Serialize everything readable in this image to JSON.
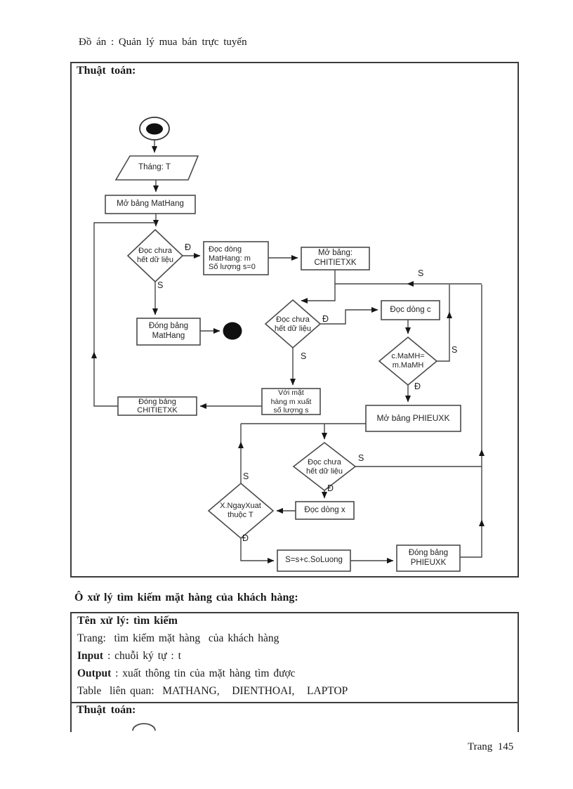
{
  "header": {
    "title": "Đồ án : Quản lý mua bán trực tuyến"
  },
  "algorithm_box": {
    "title": "Thuật toán:"
  },
  "flowchart": {
    "yes_label": "Đ",
    "no_label": "S",
    "nodes": {
      "input_month": "Tháng: T",
      "open_mathang": "Mở bảng MatHang",
      "check_mathang": "Đọc chưa\nhết dữ liệu",
      "read_mathang": "Đọc dòng\nMatHang: m\nSố lượng s=0",
      "open_chitietxk": "Mở bảng:\nCHITIETXK",
      "close_mathang": "Đóng bảng\nMatHang",
      "check_chitietxk": "Đọc chưa\nhết dữ liệu",
      "read_c": "Đọc dòng c",
      "compare_mamh": "c.MaMH=\nm.MaMH",
      "open_phieuxk": "Mở bảng PHIEUXK",
      "output_m": "Với mặt\nhàng m xuất\nsố lượng s",
      "close_chitietxk": "Đóng bảng\nCHITIETXK",
      "check_phieuxk": "Đọc chưa\nhết dữ liệu",
      "read_x": "Đọc dòng x",
      "check_ngayxuat": "X.NgayXuat\nthuộc T",
      "sum": "S=s+c.SoLuong",
      "close_phieuxk": "Đóng bảng\nPHIEUXK"
    }
  },
  "process_box": {
    "heading": "Ô xử lý tìm kiếm mặt hàng của khách hàng:",
    "rows": [
      {
        "lead": "Tên xử lý: tìm kiếm",
        "rest": ""
      },
      {
        "lead": "",
        "rest": "Trang:  tìm kiếm mặt hàng  của khách hàng"
      },
      {
        "lead": "Input",
        "rest": " : chuỗi ký tự : t"
      },
      {
        "lead": "Output",
        "rest": " : xuất thông tin của mặt hàng tìm được"
      },
      {
        "lead": "",
        "rest": "Table  liên quan:  MATHANG,   DIENTHOAI,   LAPTOP"
      }
    ],
    "algorithm_title": "Thuật toán:"
  },
  "footer": {
    "page_label": "Trang  145"
  }
}
